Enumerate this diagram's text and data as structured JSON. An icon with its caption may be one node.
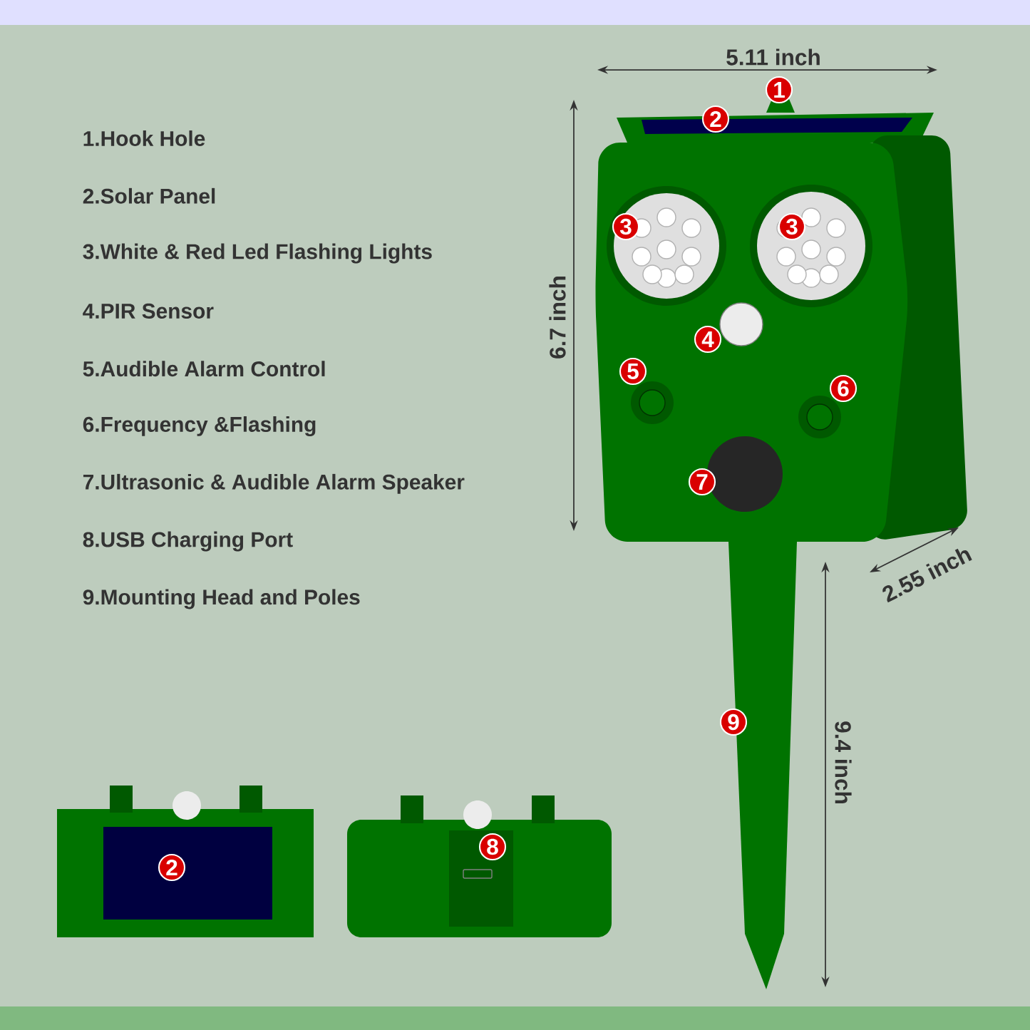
{
  "diagram": {
    "labels": [
      "1.Hook Hole",
      "2.Solar Panel",
      "3.White & Red Led Flashing Lights",
      "4.PIR Sensor",
      "5.Audible Alarm Control",
      "6.Frequency &Flashing",
      "7.Ultrasonic & Audible Alarm Speaker",
      "8.USB Charging Port",
      "9.Mounting Head and Poles",
      "5.11 inch",
      "6.7 inch",
      "2.55 inch",
      "9.4 inch",
      "1",
      "2",
      "3",
      "3",
      "4",
      "5",
      "6",
      "7",
      "9",
      "2",
      "8"
    ]
  }
}
